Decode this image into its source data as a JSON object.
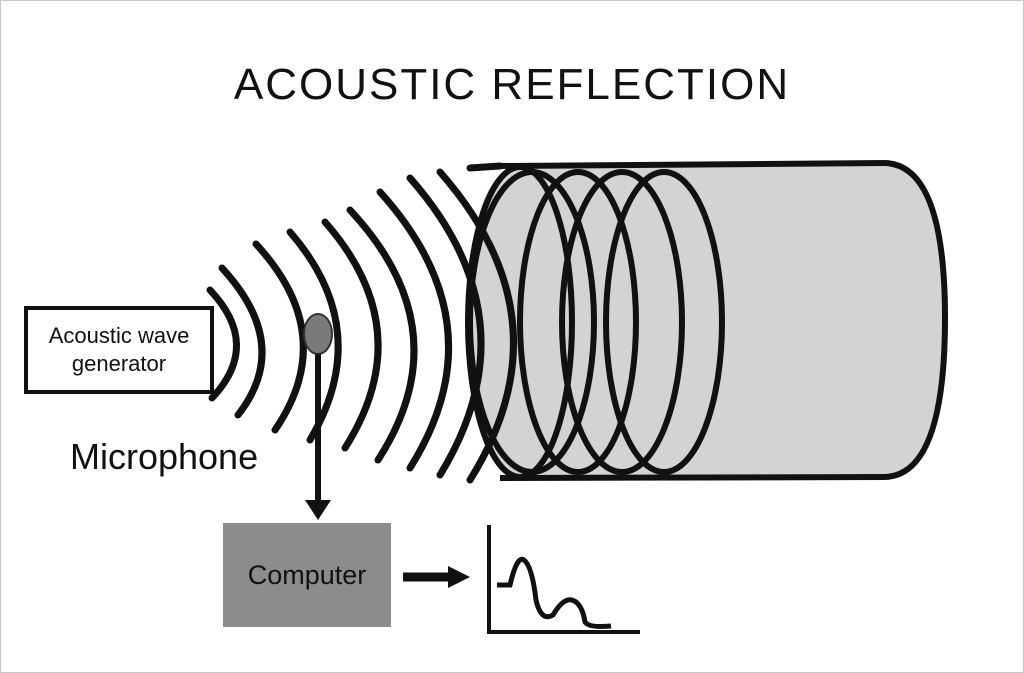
{
  "diagram": {
    "title": "ACOUSTIC REFLECTION",
    "generator": {
      "line1": "Acoustic wave",
      "line2": "generator"
    },
    "microphone_label": "Microphone",
    "computer_label": "Computer"
  },
  "colors": {
    "ink": "#111111",
    "tube_fill": "#d3d3d3",
    "computer_fill": "#8c8c8c",
    "microphone_fill": "#7a7a7a",
    "background": "#ffffff"
  },
  "icons": [
    "sound-wave-arcs-icon",
    "microphone-icon",
    "arrow-down-icon",
    "arrow-right-icon",
    "waveform-graph-icon"
  ]
}
